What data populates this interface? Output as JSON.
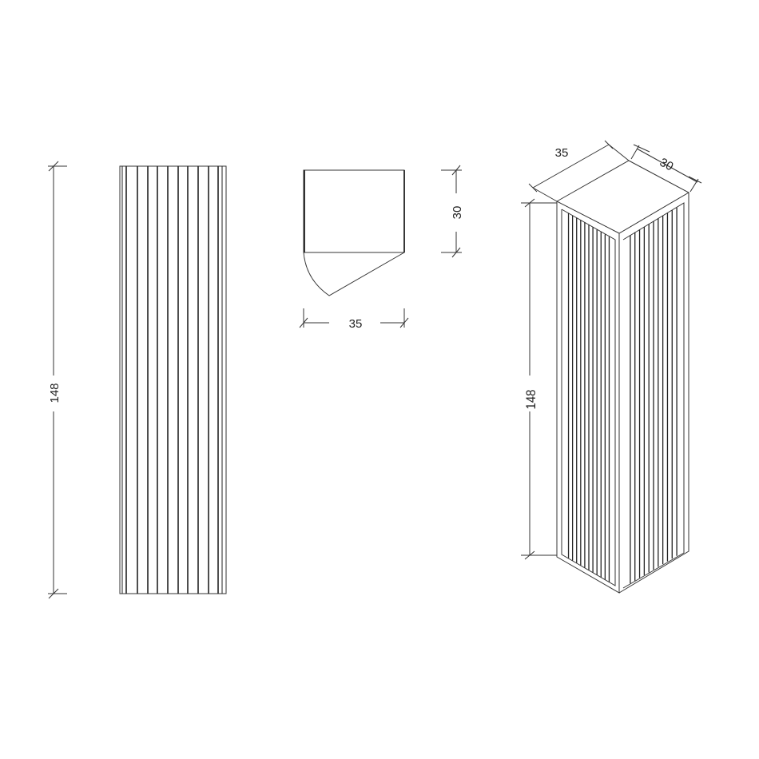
{
  "drawing": {
    "front_view": {
      "height_label": "148",
      "groove_count": 11
    },
    "plan_view": {
      "width_label": "35",
      "depth_label": "30"
    },
    "iso_view": {
      "width_label": "35",
      "depth_label": "30",
      "height_label": "148"
    }
  },
  "colors": {
    "line": "#333333",
    "background": "#ffffff"
  }
}
